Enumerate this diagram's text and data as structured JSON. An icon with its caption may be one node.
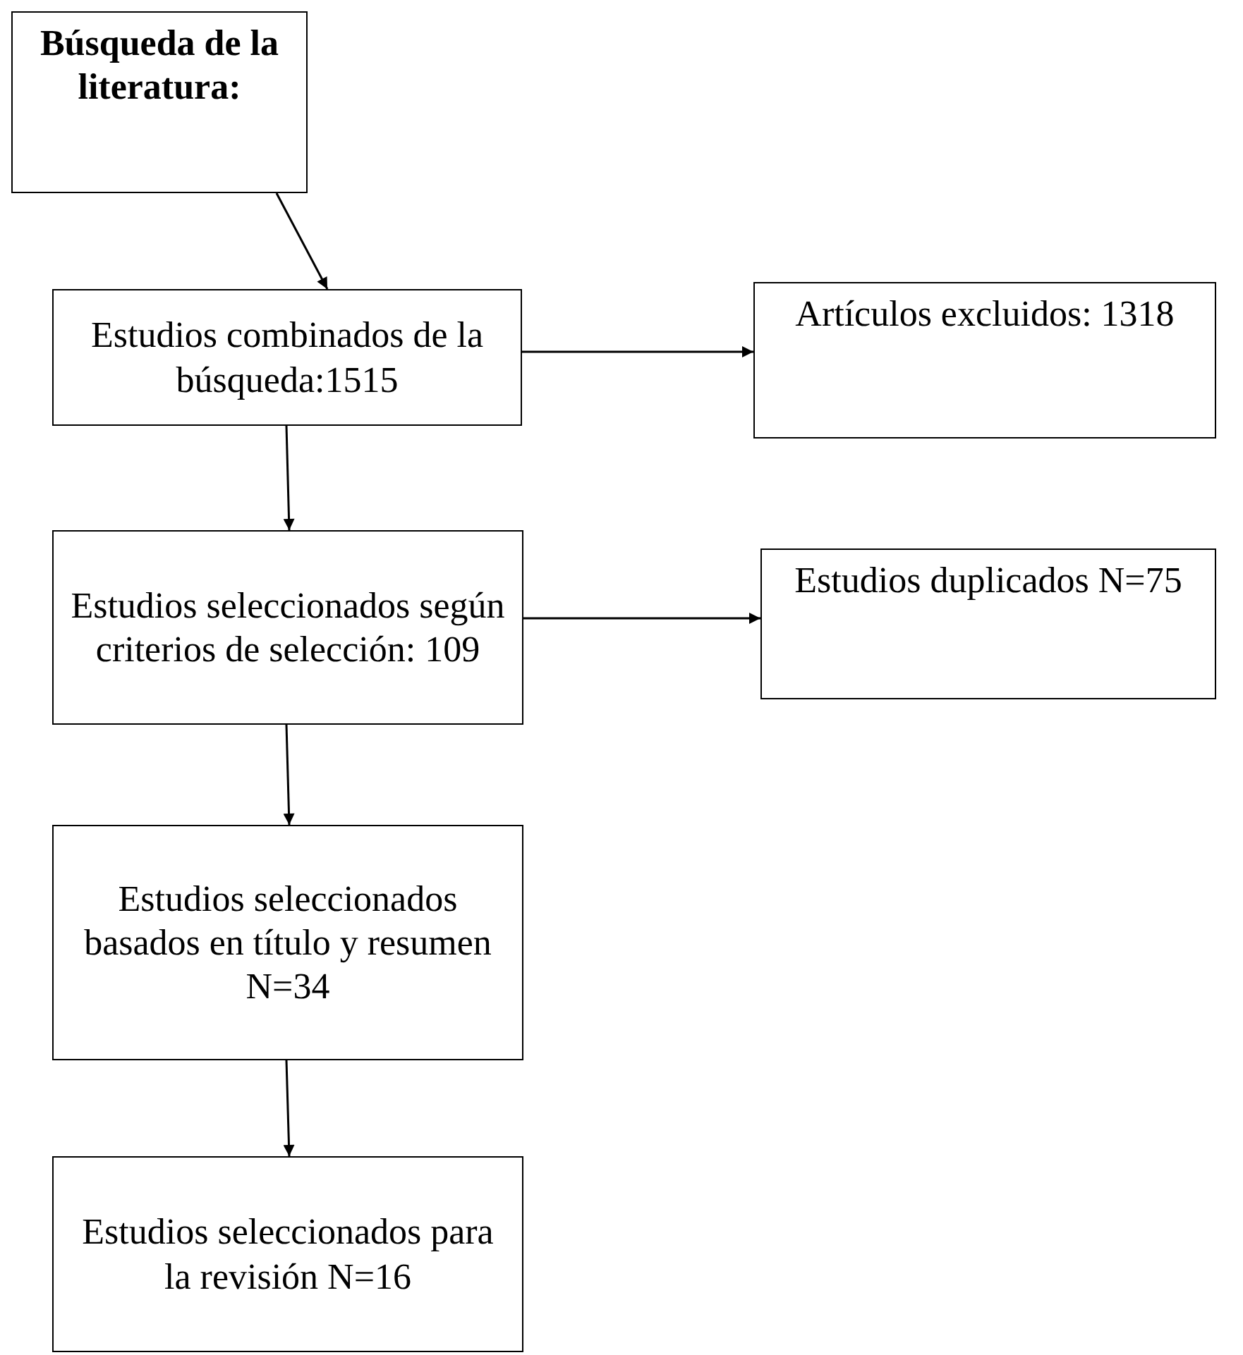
{
  "diagram": {
    "nodes": [
      {
        "text": [
          "Búsqueda de la literatura:"
        ]
      },
      {
        "text": [
          "Estudios combinados de la búsqueda:1515"
        ]
      },
      {
        "text": [
          "Artículos excluidos: 1318"
        ]
      },
      {
        "text": [
          "Estudios seleccionados según criterios de selección: 109"
        ]
      },
      {
        "text": [
          "Estudios duplicados N=75"
        ]
      },
      {
        "text": [
          "Estudios seleccionados basados en título y resumen N=34"
        ]
      },
      {
        "text": [
          "Estudios seleccionados para la revisión N=16"
        ]
      }
    ],
    "edges": [
      {
        "from": 0,
        "to": 1,
        "arrow": "to"
      },
      {
        "from": 1,
        "to": 2,
        "arrow": "to"
      },
      {
        "from": 1,
        "to": 3,
        "arrow": "to"
      },
      {
        "from": 3,
        "to": 4,
        "arrow": "to"
      },
      {
        "from": 3,
        "to": 5,
        "arrow": "to"
      },
      {
        "from": 5,
        "to": 6,
        "arrow": "to"
      }
    ]
  }
}
